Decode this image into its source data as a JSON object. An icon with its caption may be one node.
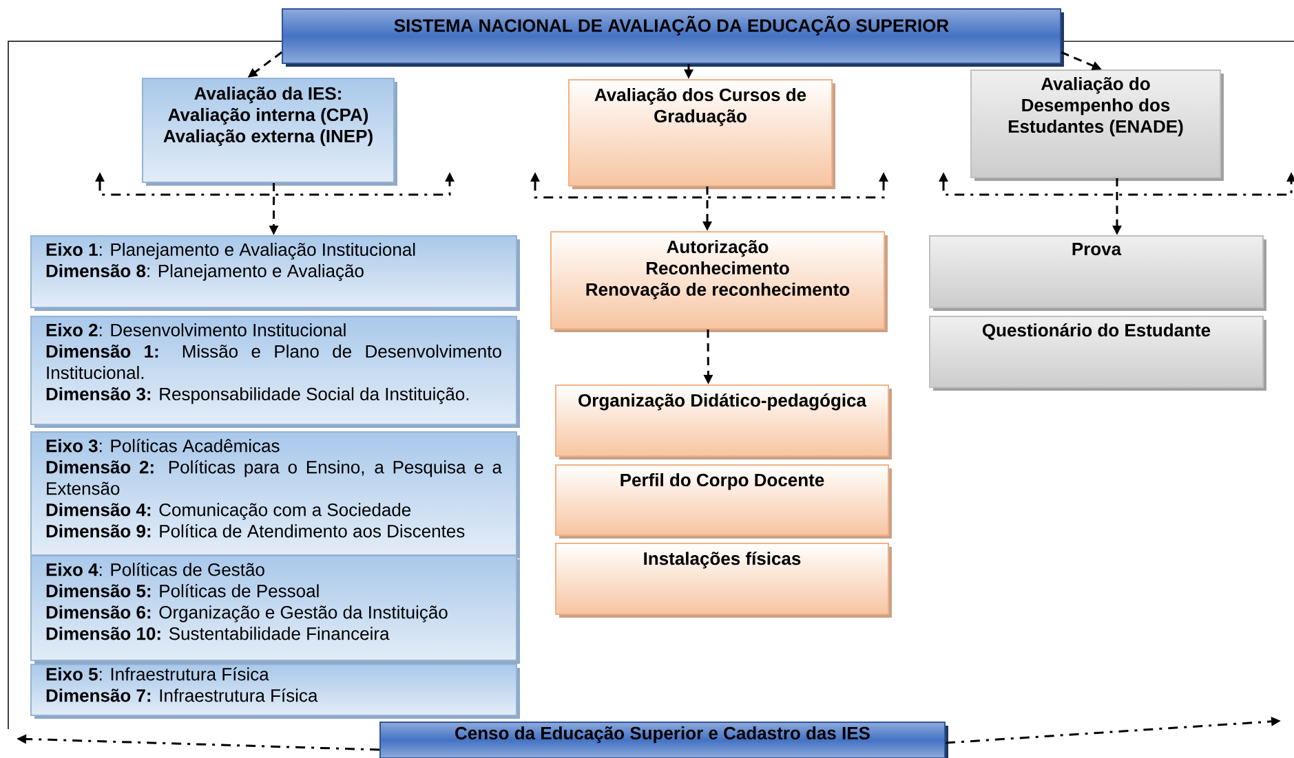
{
  "diagram": {
    "nodes": [
      {
        "text": [
          "SISTEMA NACIONAL DE AVALIAÇÃO DA EDUCAÇÃO SUPERIOR"
        ]
      },
      {
        "text": [
          "Avaliação da IES:",
          "Avaliação interna (CPA)",
          "Avaliação externa (INEP)"
        ]
      },
      {
        "text": [
          "Avaliação dos Cursos de Graduação"
        ]
      },
      {
        "text": [
          "Avaliação do Desempenho dos Estudantes (ENADE)"
        ]
      },
      {
        "text": [
          "**Eixo 1**: Planejamento e Avaliação Institucional",
          "**Dimensão 8**: Planejamento e Avaliação"
        ]
      },
      {
        "text": [
          "**Eixo 2**: Desenvolvimento Institucional",
          "**Dimensão 1:** Missão e Plano de Desenvolvimento Institucional.",
          "**Dimensão 3:** Responsabilidade Social da Instituição."
        ]
      },
      {
        "text": [
          "**Eixo 3**: Políticas Acadêmicas",
          "**Dimensão 2:** Políticas para o Ensino, a Pesquisa e a Extensão",
          "**Dimensão 4:** Comunicação com a Sociedade",
          "**Dimensão 9:** Política de Atendimento aos Discentes"
        ]
      },
      {
        "text": [
          "**Eixo 4**: Políticas de Gestão",
          "**Dimensão 5:** Políticas de Pessoal",
          "**Dimensão 6:** Organização e Gestão da Instituição",
          "**Dimensão 10:** Sustentabilidade Financeira"
        ]
      },
      {
        "text": [
          "**Eixo 5**: Infraestrutura Física",
          "**Dimensão 7:** Infraestrutura Física"
        ]
      },
      {
        "text": [
          "Autorização",
          "Reconhecimento",
          "Renovação de reconhecimento"
        ]
      },
      {
        "text": [
          "Organização Didático-pedagógica"
        ]
      },
      {
        "text": [
          "Perfil do Corpo Docente"
        ]
      },
      {
        "text": [
          "Instalações físicas"
        ]
      },
      {
        "text": [
          "Prova"
        ]
      },
      {
        "text": [
          "Questionário do Estudante"
        ]
      },
      {
        "text": [
          "Censo da Educação Superior e Cadastro das IES"
        ]
      }
    ],
    "edges": [
      {
        "from": 0,
        "to": 1,
        "arrow": "to",
        "style": "dashed"
      },
      {
        "from": 0,
        "to": 2,
        "arrow": "to",
        "style": "dashed"
      },
      {
        "from": 0,
        "to": 3,
        "arrow": "to",
        "style": "dashed"
      },
      {
        "from": 1,
        "to": 4,
        "arrow": "to",
        "style": "dashed"
      },
      {
        "from": 2,
        "to": 9,
        "arrow": "to",
        "style": "dashed"
      },
      {
        "from": 3,
        "to": 13,
        "arrow": "to",
        "style": "dashed"
      },
      {
        "from": 9,
        "to": 10,
        "arrow": "to",
        "style": "dashed"
      },
      {
        "from": 15,
        "to": null,
        "arrow": "to",
        "style": "dashed"
      },
      {
        "from": 15,
        "to": null,
        "arrow": "to",
        "style": "dashed"
      }
    ]
  }
}
